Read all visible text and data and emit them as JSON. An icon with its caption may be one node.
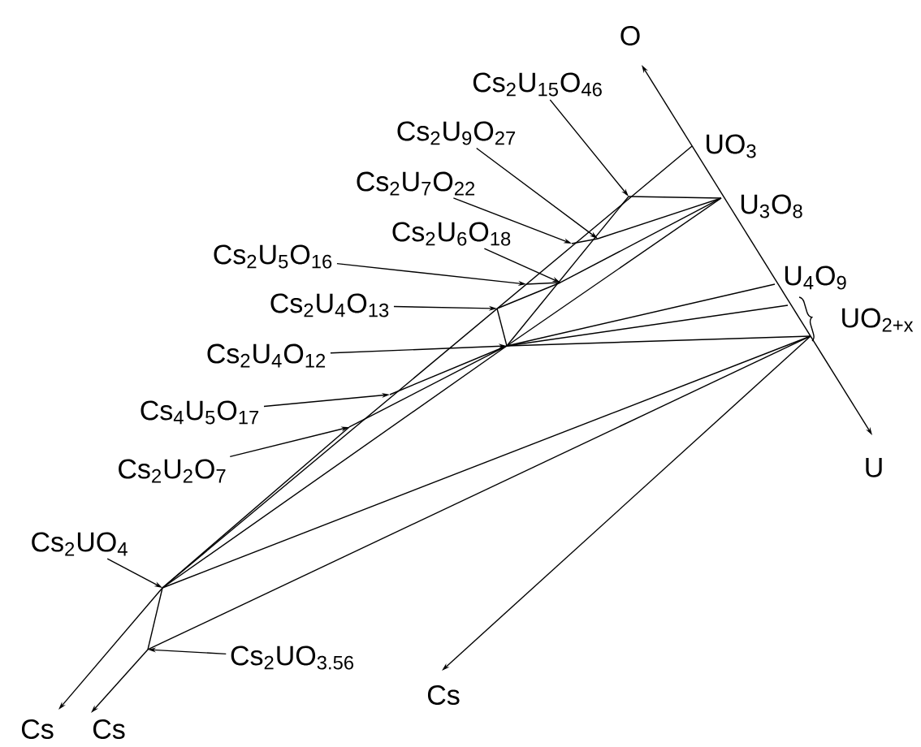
{
  "diagram": {
    "nodes": [
      {
        "text": [
          "Cs$_{2}$U$_{15}$O$_{46}$"
        ]
      },
      {
        "text": [
          "Cs$_{2}$U$_{9}$O$_{27}$"
        ]
      },
      {
        "text": [
          "Cs$_{2}$U$_{7}$O$_{22}$"
        ]
      },
      {
        "text": [
          "Cs$_{2}$U$_{6}$O$_{18}$"
        ]
      },
      {
        "text": [
          "Cs$_{2}$U$_{5}$O$_{16}$"
        ]
      },
      {
        "text": [
          "Cs$_{2}$U$_{4}$O$_{13}$"
        ]
      },
      {
        "text": [
          "Cs$_{2}$U$_{4}$O$_{12}$"
        ]
      },
      {
        "text": [
          "Cs$_{4}$U$_{5}$O$_{17}$"
        ]
      },
      {
        "text": [
          "Cs$_{2}$U$_{2}$O$_{7}$"
        ]
      },
      {
        "text": [
          "Cs$_{2}$UO$_{4}$"
        ]
      },
      {
        "text": [
          "Cs$_{2}$UO$_{3.56}$"
        ]
      }
    ],
    "edges": [
      {
        "from": 0,
        "to": null,
        "arrow": "to"
      },
      {
        "from": 1,
        "to": null,
        "arrow": "to"
      },
      {
        "from": 2,
        "to": null,
        "arrow": "to"
      },
      {
        "from": 3,
        "to": null,
        "arrow": "to"
      },
      {
        "from": 4,
        "to": null,
        "arrow": "to"
      },
      {
        "from": 5,
        "to": null,
        "arrow": "to"
      },
      {
        "from": 6,
        "to": null,
        "arrow": "to"
      },
      {
        "from": 7,
        "to": null,
        "arrow": "to"
      },
      {
        "from": 8,
        "to": null,
        "arrow": "to"
      },
      {
        "from": 9,
        "to": null,
        "arrow": "to"
      },
      {
        "from": 10,
        "to": null,
        "arrow": "to"
      }
    ],
    "labels": [
      "O",
      "UO$_{3}$",
      "U$_{3}$O$_{8}$",
      "U$_{4}$O$_{9}$",
      "UO$_{2+x}$",
      "U",
      "Cs",
      "Cs",
      "Cs"
    ]
  }
}
